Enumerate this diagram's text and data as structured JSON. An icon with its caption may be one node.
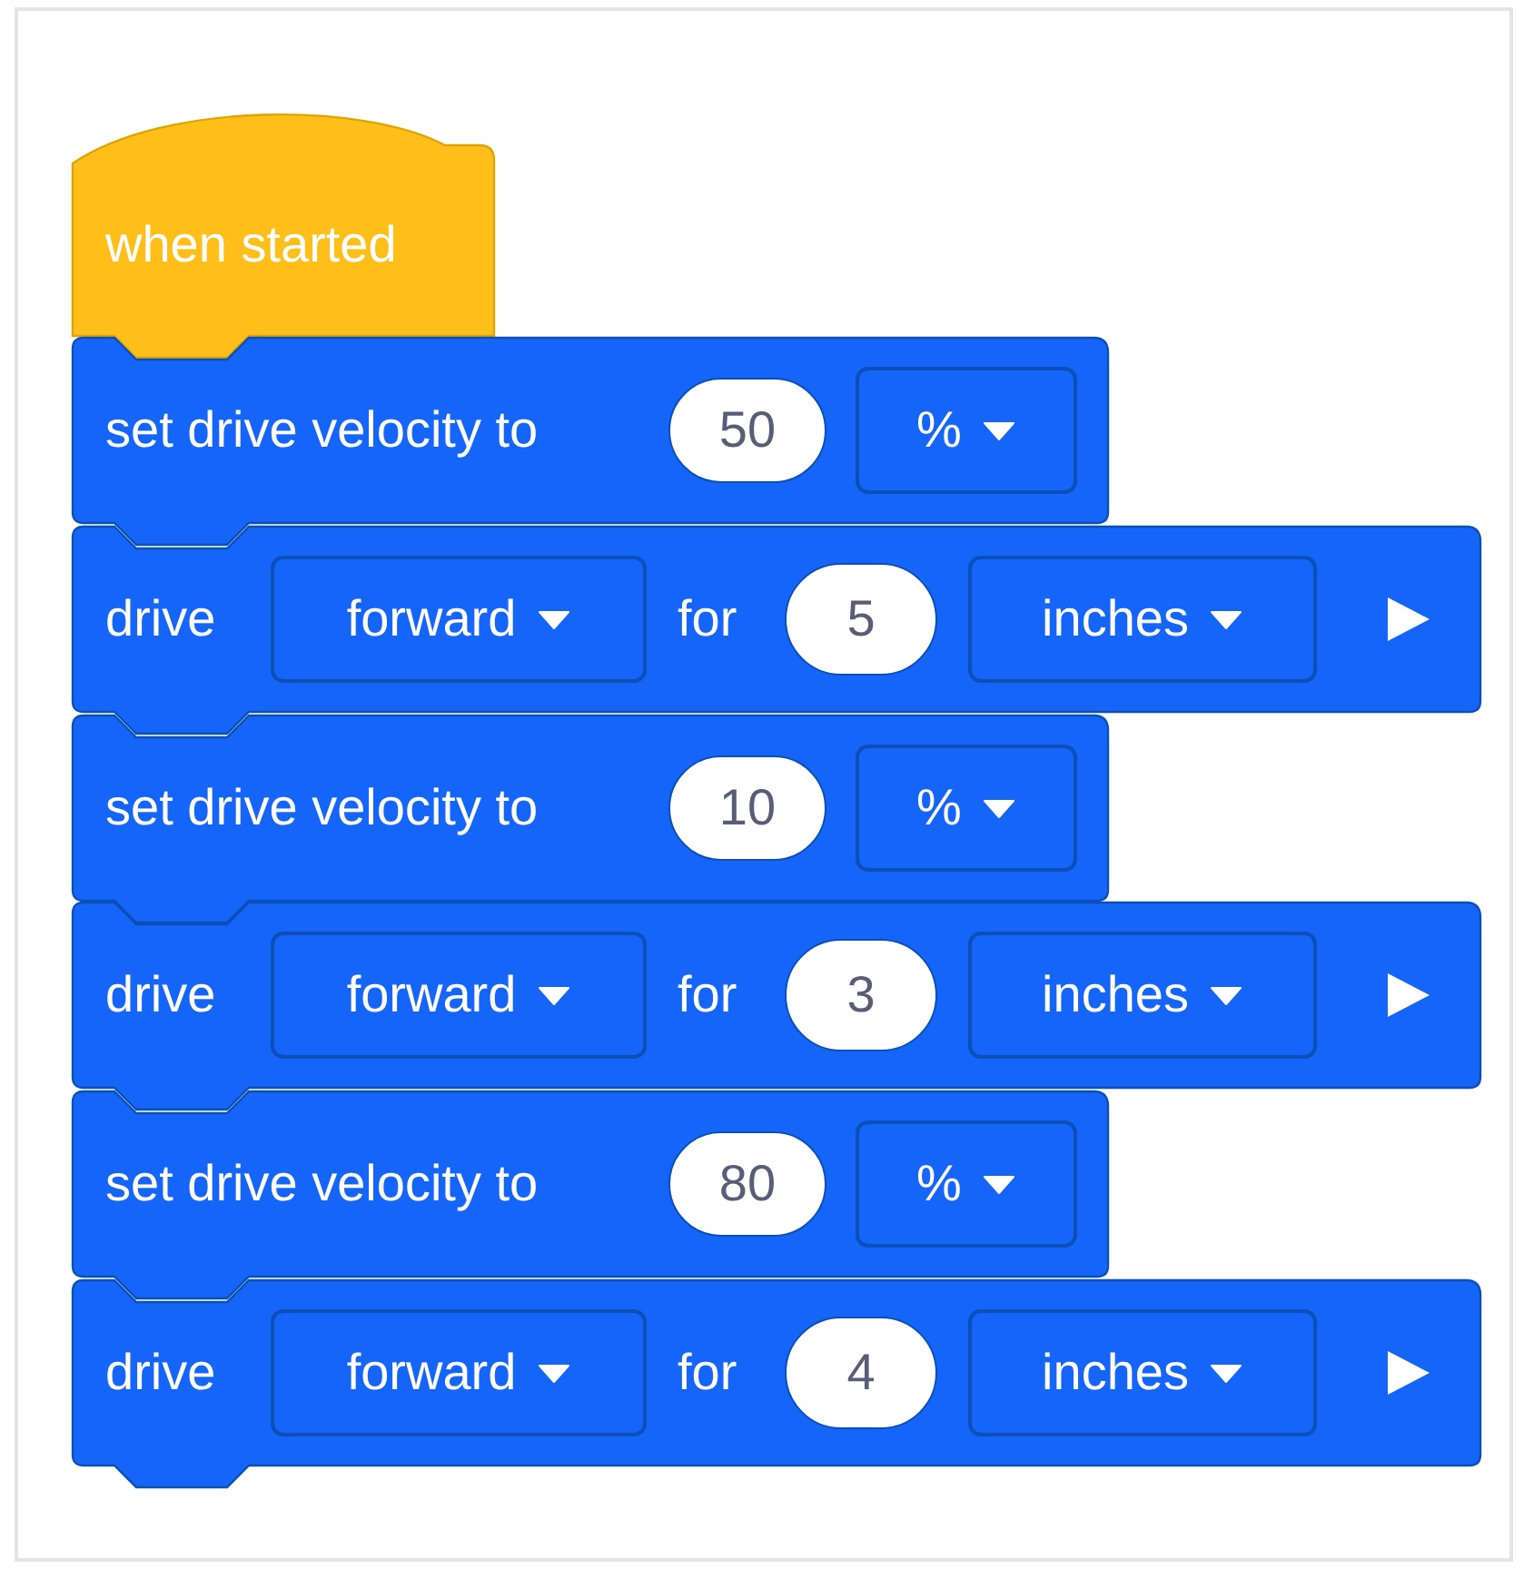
{
  "diagram": {
    "nodes": [
      {
        "text": [
          "when started"
        ]
      },
      {
        "text": [
          "set drive velocity to"
        ]
      },
      {
        "text": [
          "50"
        ],
        "in": 1
      },
      {
        "text": [
          "%"
        ],
        "in": 1
      },
      {
        "text": [
          "drive",
          "for"
        ]
      },
      {
        "text": [
          "forward"
        ],
        "in": 4
      },
      {
        "text": [
          "5"
        ],
        "in": 4
      },
      {
        "text": [
          "inches"
        ],
        "in": 4
      },
      {
        "text": [
          "set drive velocity to"
        ]
      },
      {
        "text": [
          "10"
        ],
        "in": 8
      },
      {
        "text": [
          "%"
        ],
        "in": 8
      },
      {
        "text": [
          "drive",
          "for"
        ]
      },
      {
        "text": [
          "forward"
        ],
        "in": 11
      },
      {
        "text": [
          "3"
        ],
        "in": 11
      },
      {
        "text": [
          "inches"
        ],
        "in": 11
      },
      {
        "text": [
          "set drive velocity to"
        ]
      },
      {
        "text": [
          "80"
        ],
        "in": 15
      },
      {
        "text": [
          "%"
        ],
        "in": 15
      },
      {
        "text": [
          "drive",
          "for"
        ]
      },
      {
        "text": [
          "forward"
        ],
        "in": 18
      },
      {
        "text": [
          "4"
        ],
        "in": 18
      },
      {
        "text": [
          "inches"
        ],
        "in": 18
      }
    ]
  }
}
